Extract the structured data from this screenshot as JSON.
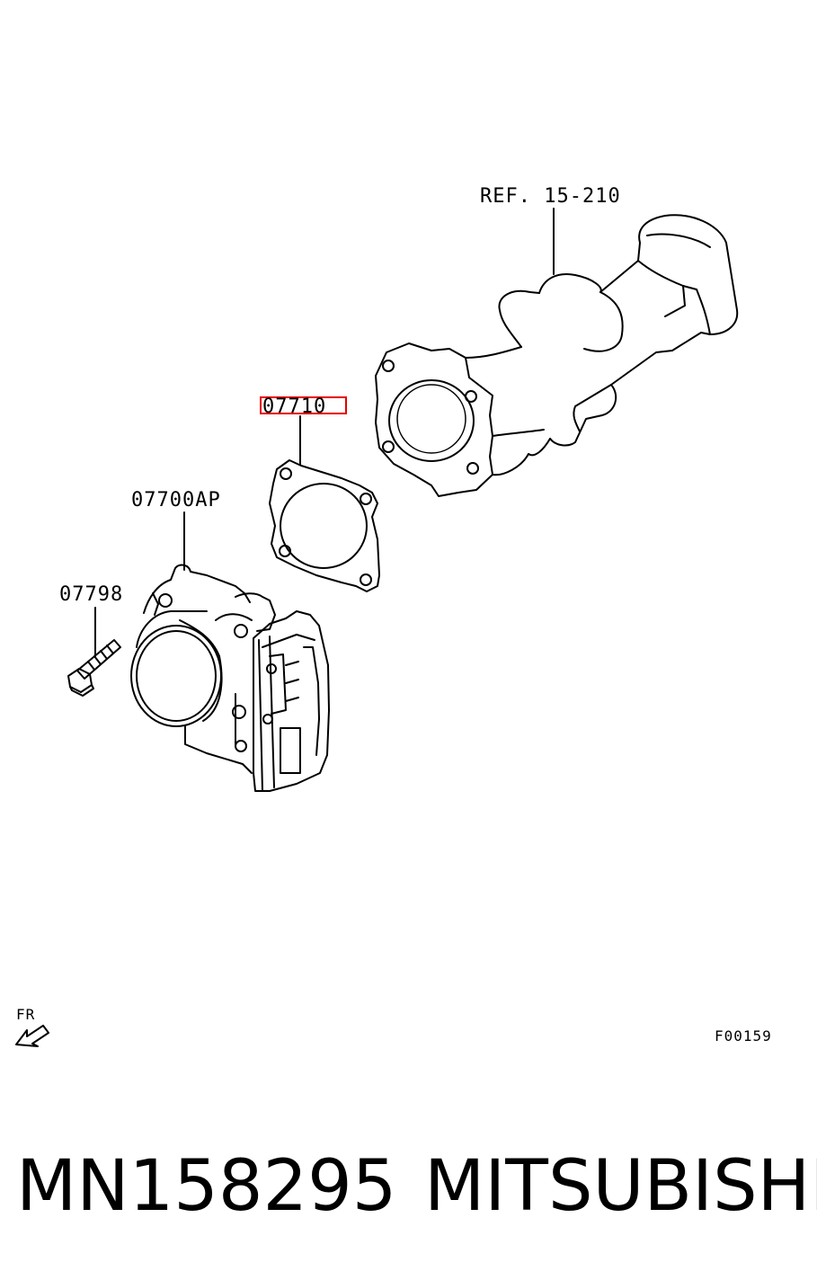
{
  "labels": {
    "ref_label": "REF. 15-210",
    "gasket_label": "07710",
    "throttle_body_label": "07700AP",
    "bolt_label": "07798",
    "front_indicator": "FR",
    "figure_code": "F00159"
  },
  "highlight_color": "#e60000",
  "footer": {
    "part_number": "MN158295",
    "brand": "MITSUBISHI"
  }
}
